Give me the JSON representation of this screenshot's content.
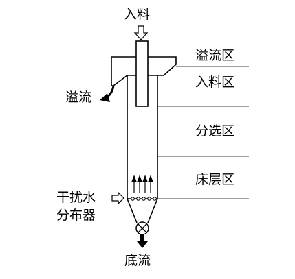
{
  "labels": {
    "feed": "入料",
    "overflow": "溢流",
    "underflow": "底流",
    "water_line1": "干扰水",
    "water_line2": "分布器"
  },
  "zones": {
    "overflow_zone": "溢流区",
    "feed_zone": "入料区",
    "separation_zone": "分选区",
    "bed_zone": "床层区"
  },
  "colors": {
    "line": "#000000",
    "background": "#ffffff"
  }
}
